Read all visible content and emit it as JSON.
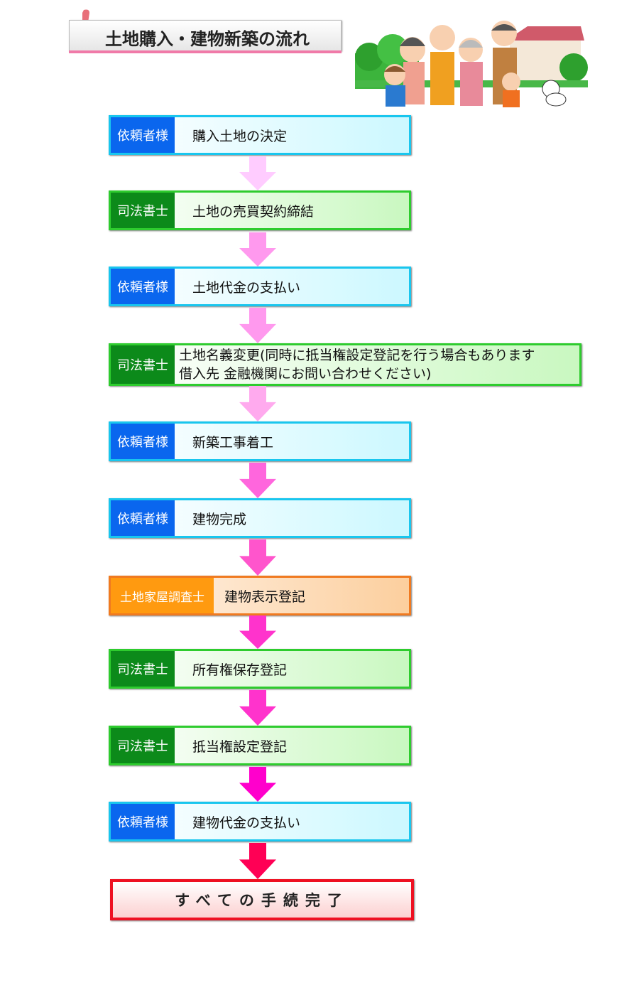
{
  "title": "土地購入・建物新築の流れ",
  "steps": [
    {
      "role": "依頼者様",
      "text": "購入土地の決定",
      "type": "blue"
    },
    {
      "role": "司法書士",
      "text": "土地の売買契約締結",
      "type": "green"
    },
    {
      "role": "依頼者様",
      "text": "土地代金の支払い",
      "type": "blue"
    },
    {
      "role": "司法書士",
      "text": "土地名義変更(同時に抵当権設定登記を行う場合もあります",
      "text2": "借入先 金融機関にお問い合わせください)",
      "type": "green"
    },
    {
      "role": "依頼者様",
      "text": "新築工事着工",
      "type": "blue"
    },
    {
      "role": "依頼者様",
      "text": "建物完成",
      "type": "blue"
    },
    {
      "role": "土地家屋調査士",
      "text": "建物表示登記",
      "type": "orange"
    },
    {
      "role": "司法書士",
      "text": "所有権保存登記",
      "type": "green"
    },
    {
      "role": "司法書士",
      "text": "抵当権設定登記",
      "type": "green"
    },
    {
      "role": "依頼者様",
      "text": "建物代金の支払い",
      "type": "blue"
    }
  ],
  "final": "すべての手続完了",
  "arrow_colors": [
    "#ffccff",
    "#ff99ee",
    "#ff99ee",
    "#ffaaee",
    "#ff66dd",
    "#ff55cc",
    "#ff33cc",
    "#ff33cc",
    "#ff00cc",
    "#ff0055"
  ],
  "icons": {
    "pin": "pushpin-icon",
    "illustration": "family-illustration"
  }
}
